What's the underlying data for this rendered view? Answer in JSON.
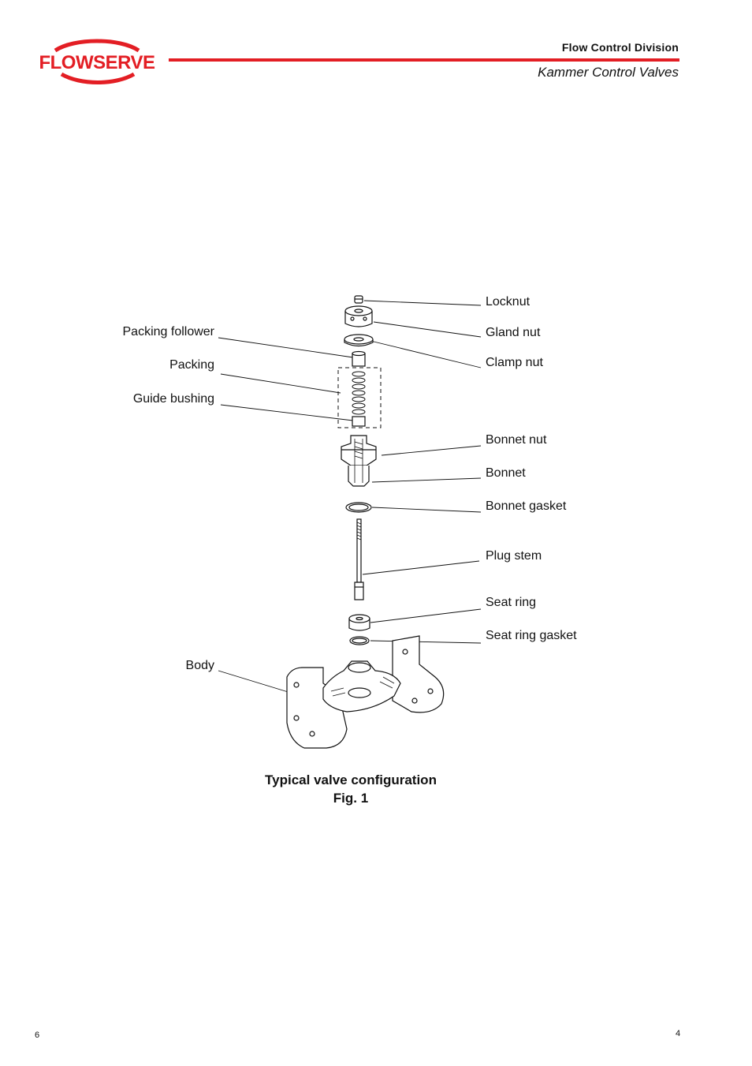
{
  "header": {
    "logo_text": "FLOWSERVE",
    "division": "Flow Control Division",
    "series": "Kammer Control Valves",
    "brand_color": "#e31e24"
  },
  "figure": {
    "labels_right": {
      "locknut": "Locknut",
      "gland_nut": "Gland nut",
      "clamp_nut": "Clamp nut",
      "bonnet_nut": "Bonnet nut",
      "bonnet": "Bonnet",
      "bonnet_gasket": "Bonnet gasket",
      "plug_stem": "Plug stem",
      "seat_ring": "Seat ring",
      "seat_ring_gasket": "Seat ring gasket"
    },
    "labels_left": {
      "packing_follower": "Packing follower",
      "packing": "Packing",
      "guide_bushing": "Guide bushing",
      "body": "Body"
    },
    "caption": {
      "line1": "Typical valve configuration",
      "line2": "Fig. 1"
    }
  },
  "footer": {
    "left_page": "6",
    "right_page": "4"
  }
}
